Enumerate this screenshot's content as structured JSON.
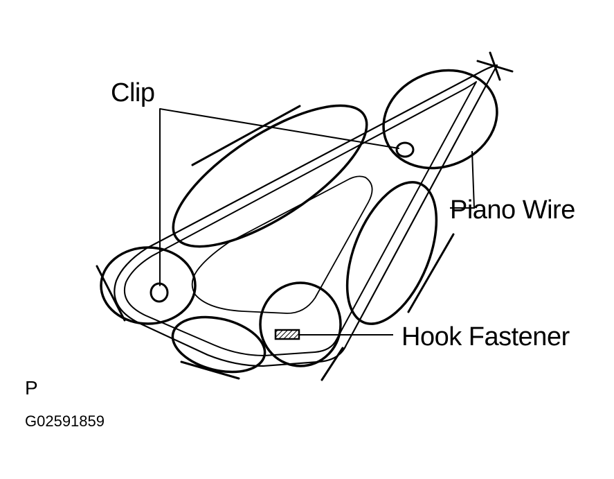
{
  "labels": {
    "clip": "Clip",
    "piano_wire": "Piano Wire",
    "hook_fastener": "Hook Fastener",
    "p_mark": "P",
    "figure_code": "G02591859"
  },
  "colors": {
    "ink": "#000000",
    "background": "#ffffff"
  }
}
